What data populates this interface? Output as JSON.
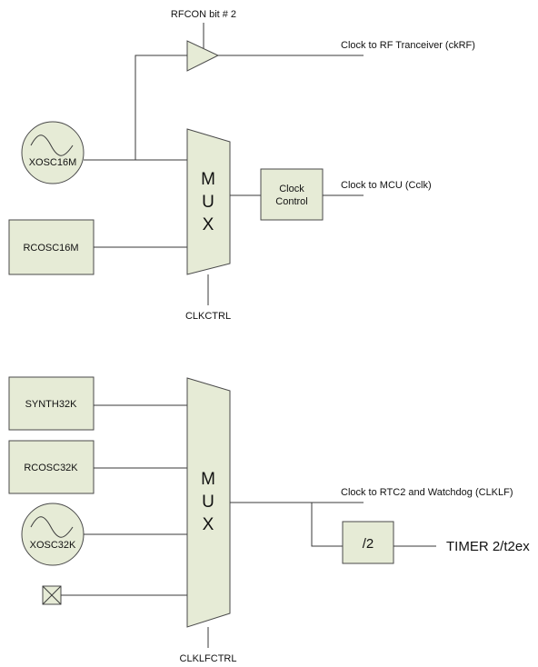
{
  "top": {
    "rfcon_label": "RFCON bit # 2",
    "rf_output_label": "Clock to RF Tranceiver (ckRF)",
    "xosc16m_label": "XOSC16M",
    "rcosc16m_label": "RCOSC16M",
    "mux_letters": [
      "M",
      "U",
      "X"
    ],
    "clock_control_lines": [
      "Clock",
      "Control"
    ],
    "mcu_output_label": "Clock to MCU (Cclk)",
    "clkctrl_label": "CLKCTRL"
  },
  "bottom": {
    "synth32k_label": "SYNTH32K",
    "rcosc32k_label": "RCOSC32K",
    "xosc32k_label": "XOSC32K",
    "mux_letters": [
      "M",
      "U",
      "X"
    ],
    "rtc_output_label": "Clock to RTC2 and Watchdog (CLKLF)",
    "divider_label": "/2",
    "timer_label": "TIMER 2/t2ex",
    "clklfctrl_label": "CLKLFCTRL"
  },
  "colors": {
    "block_fill": "#e6ebd6",
    "stroke": "#4a4a4a"
  }
}
